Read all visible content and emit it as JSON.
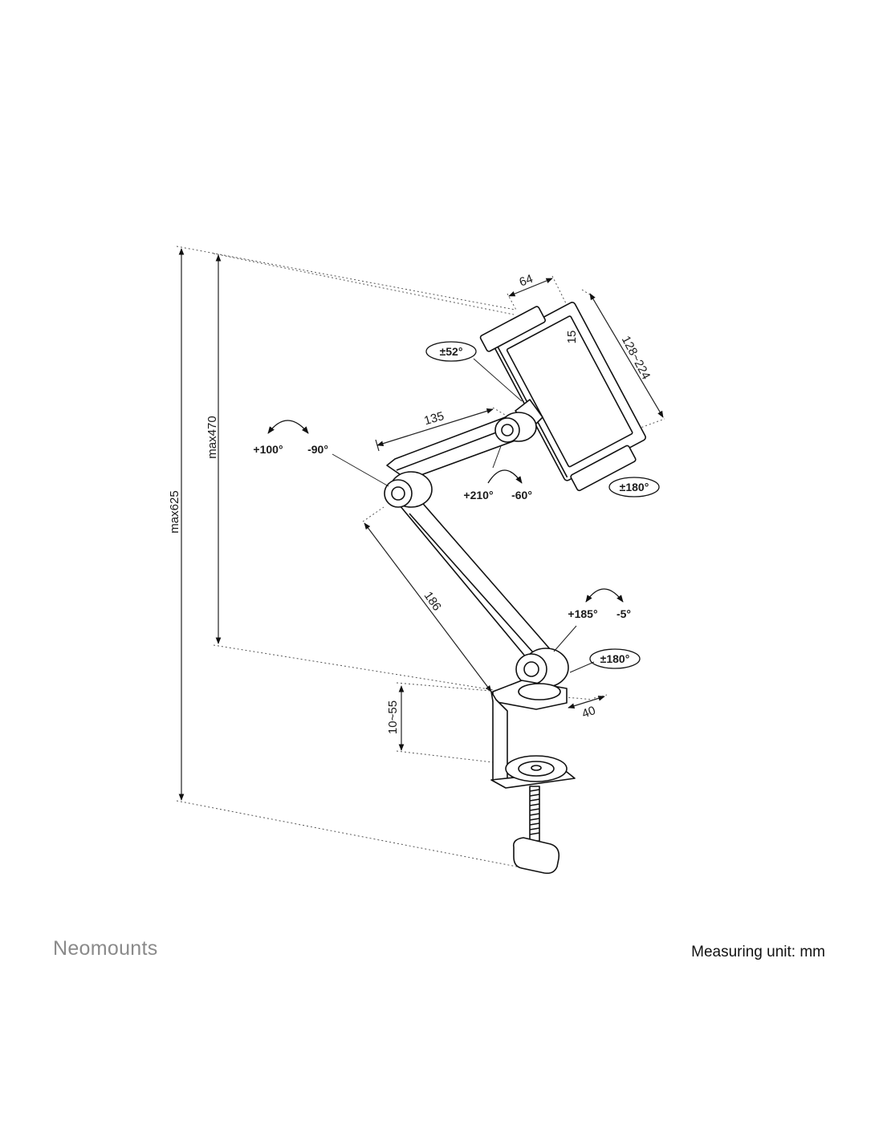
{
  "dimensions": {
    "overall_height": "max625",
    "arm_height": "max470",
    "holder_depth": "64",
    "holder_grip_offset": "15",
    "holder_width_range": "128~224",
    "upper_arm_length": "135",
    "lower_arm_length": "186",
    "clamp_thickness_range": "10~55",
    "base_width": "40"
  },
  "angles": {
    "holder_tilt": "±52°",
    "elbow_up": "+100°",
    "elbow_down": "-90°",
    "mid_joint_up": "+210°",
    "mid_joint_down": "-60°",
    "holder_rotate": "±180°",
    "base_joint_up": "+185°",
    "base_joint_down": "-5°",
    "base_swivel": "±180°"
  },
  "footer": {
    "brand": "Neomounts",
    "unit_note": "Measuring unit: mm"
  }
}
